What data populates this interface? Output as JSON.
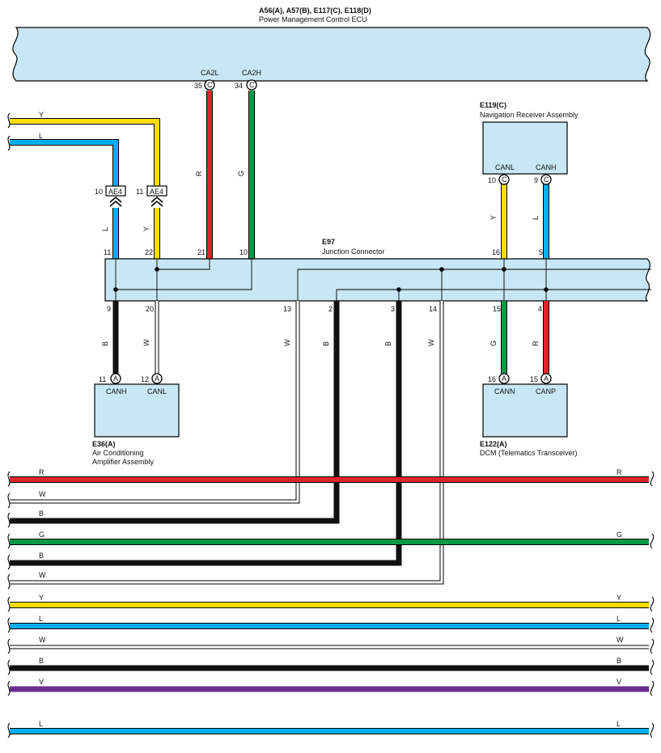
{
  "colors": {
    "R": "#e3242b",
    "G": "#0a9a47",
    "Y": "#ffdd00",
    "L": "#00aeef",
    "B": "#111111",
    "W": "#ffffff",
    "V": "#6a2c8e",
    "box_fill": "#c8e6f5",
    "outline": "#000000"
  },
  "ecu": {
    "title": "A56(A), A57(B), E117(C), E118(D)",
    "subtitle": "Power Management Control ECU",
    "pins": [
      {
        "num": "35",
        "letter": "C",
        "name": "CA2L"
      },
      {
        "num": "34",
        "letter": "C",
        "name": "CA2H"
      }
    ]
  },
  "nav": {
    "title": "E119(C)",
    "subtitle": "Navigation Receiver Assembly",
    "pins": [
      {
        "num": "10",
        "letter": "C",
        "name": "CANL"
      },
      {
        "num": "9",
        "letter": "C",
        "name": "CANH"
      }
    ]
  },
  "junction": {
    "title": "E97",
    "subtitle": "Junction Connector",
    "top_pins": [
      "11",
      "22",
      "21",
      "10",
      "16",
      "5"
    ],
    "bottom_pins": [
      "9",
      "20",
      "13",
      "2",
      "3",
      "14",
      "15",
      "4"
    ]
  },
  "ae4": [
    {
      "num": "10",
      "label": "AE4"
    },
    {
      "num": "11",
      "label": "AE4"
    }
  ],
  "ac": {
    "title": "E36(A)",
    "line1": "Air Conditioning",
    "line2": "Amplifier Assembly",
    "pins": [
      {
        "num": "11",
        "letter": "A",
        "name": "CANH"
      },
      {
        "num": "12",
        "letter": "A",
        "name": "CANL"
      }
    ]
  },
  "dcm": {
    "title": "E122(A)",
    "subtitle": "DCM (Telematics Transceiver)",
    "pins": [
      {
        "num": "16",
        "letter": "A",
        "name": "CANN"
      },
      {
        "num": "15",
        "letter": "A",
        "name": "CANP"
      }
    ]
  },
  "wires": {
    "in_y": "Y",
    "in_l": "L",
    "ae4_l": "L",
    "ae4_y": "Y",
    "ecu_r": "R",
    "ecu_g": "G",
    "nav_y": "Y",
    "nav_l": "L",
    "ac_b": "B",
    "ac_w": "W",
    "j13": "W",
    "j2": "B",
    "j3": "B",
    "j14": "W",
    "dcm_g": "G",
    "dcm_r": "R"
  },
  "bus": [
    {
      "code": "R",
      "right": "R"
    },
    {
      "code": "W",
      "right": ""
    },
    {
      "code": "B",
      "right": ""
    },
    {
      "code": "G",
      "right": "G"
    },
    {
      "code": "B",
      "right": ""
    },
    {
      "code": "W",
      "right": ""
    },
    {
      "code": "Y",
      "right": "Y"
    },
    {
      "code": "L",
      "right": "L"
    },
    {
      "code": "W",
      "right": "W"
    },
    {
      "code": "B",
      "right": "B"
    },
    {
      "code": "V",
      "right": "V"
    },
    {
      "code": "L",
      "right": "L"
    }
  ]
}
